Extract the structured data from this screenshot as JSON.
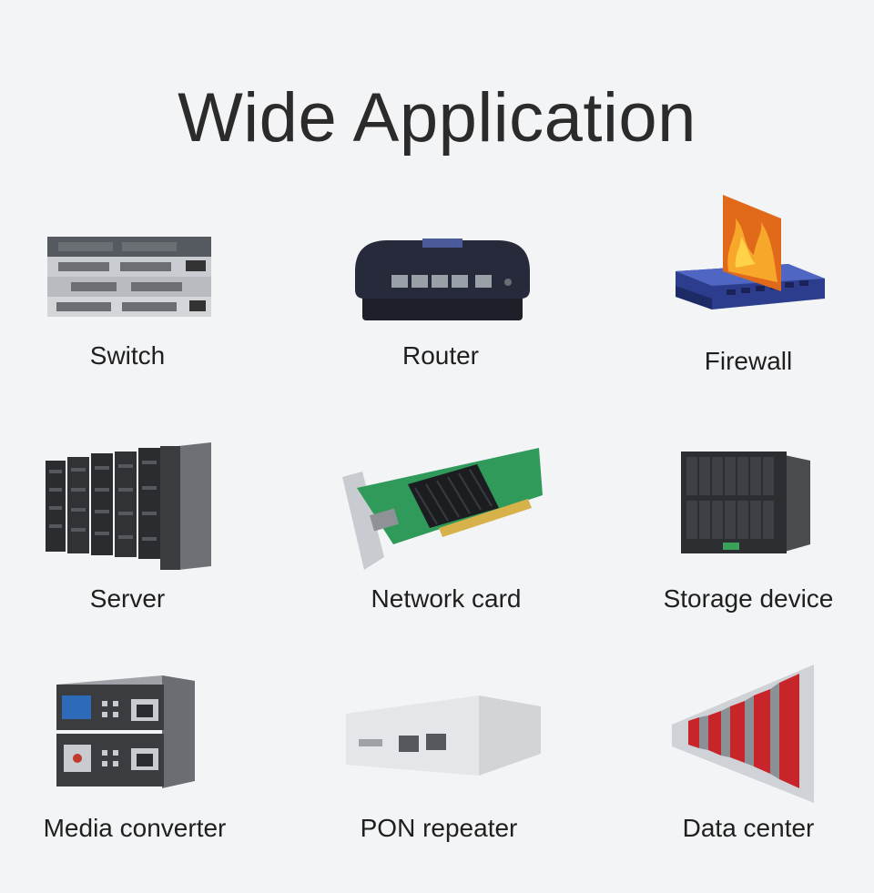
{
  "title": "Wide Application",
  "items": [
    {
      "label": "Switch",
      "icon": "network-switch-icon"
    },
    {
      "label": "Router",
      "icon": "router-icon"
    },
    {
      "label": "Firewall",
      "icon": "firewall-icon"
    },
    {
      "label": "Server",
      "icon": "server-rack-icon"
    },
    {
      "label": "Network card",
      "icon": "network-card-icon"
    },
    {
      "label": "Storage device",
      "icon": "storage-device-icon"
    },
    {
      "label": "Media converter",
      "icon": "media-converter-icon"
    },
    {
      "label": "PON repeater",
      "icon": "pon-repeater-icon"
    },
    {
      "label": "Data center",
      "icon": "data-center-icon"
    }
  ]
}
